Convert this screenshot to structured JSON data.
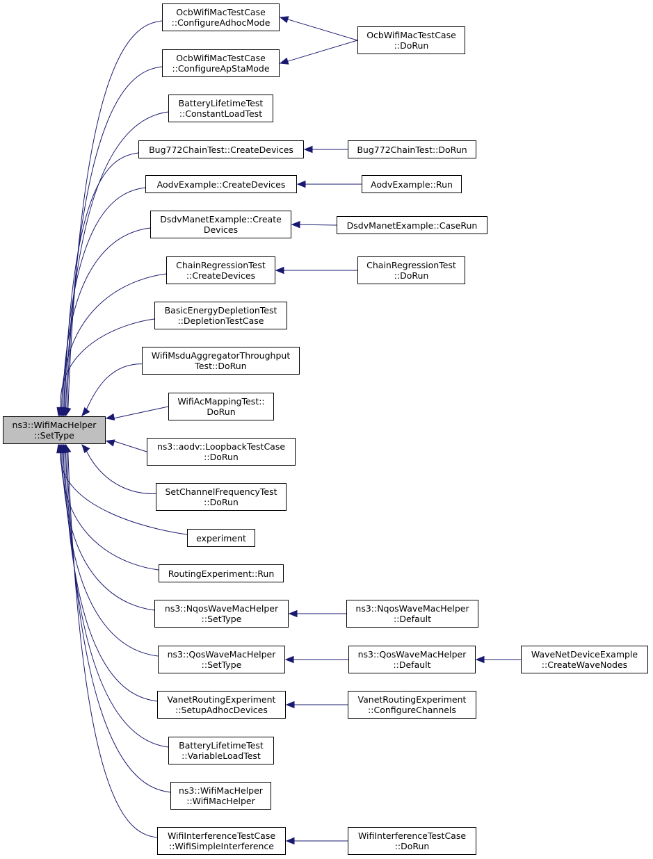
{
  "diagram": {
    "type": "caller-graph",
    "colors": {
      "edge": "#191970",
      "root_fill": "#bfbfbf",
      "node_fill": "#ffffff",
      "border": "#000000"
    },
    "nodes": {
      "root": {
        "lines": [
          "ns3::WifiMacHelper",
          "::SetType"
        ]
      },
      "c1": {
        "lines": [
          "OcbWifiMacTestCase",
          "::ConfigureAdhocMode"
        ]
      },
      "c2": {
        "lines": [
          "OcbWifiMacTestCase",
          "::ConfigureApStaMode"
        ]
      },
      "c3": {
        "lines": [
          "BatteryLifetimeTest",
          "::ConstantLoadTest"
        ]
      },
      "c4": {
        "lines": [
          "Bug772ChainTest::CreateDevices"
        ]
      },
      "c5": {
        "lines": [
          "AodvExample::CreateDevices"
        ]
      },
      "c6": {
        "lines": [
          "DsdvManetExample::Create",
          "Devices"
        ]
      },
      "c7": {
        "lines": [
          "ChainRegressionTest",
          "::CreateDevices"
        ]
      },
      "c8": {
        "lines": [
          "BasicEnergyDepletionTest",
          "::DepletionTestCase"
        ]
      },
      "c9": {
        "lines": [
          "WifiMsduAggregatorThroughput",
          "Test::DoRun"
        ]
      },
      "c10": {
        "lines": [
          "WifiAcMappingTest::",
          "DoRun"
        ]
      },
      "c11": {
        "lines": [
          "ns3::aodv::LoopbackTestCase",
          "::DoRun"
        ]
      },
      "c12": {
        "lines": [
          "SetChannelFrequencyTest",
          "::DoRun"
        ]
      },
      "c13": {
        "lines": [
          "experiment"
        ]
      },
      "c14": {
        "lines": [
          "RoutingExperiment::Run"
        ]
      },
      "c15": {
        "lines": [
          "ns3::NqosWaveMacHelper",
          "::SetType"
        ]
      },
      "c16": {
        "lines": [
          "ns3::QosWaveMacHelper",
          "::SetType"
        ]
      },
      "c17": {
        "lines": [
          "VanetRoutingExperiment",
          "::SetupAdhocDevices"
        ]
      },
      "c18": {
        "lines": [
          "BatteryLifetimeTest",
          "::VariableLoadTest"
        ]
      },
      "c19": {
        "lines": [
          "ns3::WifiMacHelper",
          "::WifiMacHelper"
        ]
      },
      "c20": {
        "lines": [
          "WifiInterferenceTestCase",
          "::WifiSimpleInterference"
        ]
      },
      "d1": {
        "lines": [
          "OcbWifiMacTestCase",
          "::DoRun"
        ]
      },
      "d4": {
        "lines": [
          "Bug772ChainTest::DoRun"
        ]
      },
      "d5": {
        "lines": [
          "AodvExample::Run"
        ]
      },
      "d6": {
        "lines": [
          "DsdvManetExample::CaseRun"
        ]
      },
      "d7": {
        "lines": [
          "ChainRegressionTest",
          "::DoRun"
        ]
      },
      "d15": {
        "lines": [
          "ns3::NqosWaveMacHelper",
          "::Default"
        ]
      },
      "d16": {
        "lines": [
          "ns3::QosWaveMacHelper",
          "::Default"
        ]
      },
      "d17": {
        "lines": [
          "VanetRoutingExperiment",
          "::ConfigureChannels"
        ]
      },
      "d20": {
        "lines": [
          "WifiInterferenceTestCase",
          "::DoRun"
        ]
      },
      "e16": {
        "lines": [
          "WaveNetDeviceExample",
          "::CreateWaveNodes"
        ]
      }
    },
    "edges": [
      [
        "c1",
        "root"
      ],
      [
        "c2",
        "root"
      ],
      [
        "c3",
        "root"
      ],
      [
        "c4",
        "root"
      ],
      [
        "c5",
        "root"
      ],
      [
        "c6",
        "root"
      ],
      [
        "c7",
        "root"
      ],
      [
        "c8",
        "root"
      ],
      [
        "c9",
        "root"
      ],
      [
        "c10",
        "root"
      ],
      [
        "c11",
        "root"
      ],
      [
        "c12",
        "root"
      ],
      [
        "c13",
        "root"
      ],
      [
        "c14",
        "root"
      ],
      [
        "c15",
        "root"
      ],
      [
        "c16",
        "root"
      ],
      [
        "c17",
        "root"
      ],
      [
        "c18",
        "root"
      ],
      [
        "c19",
        "root"
      ],
      [
        "c20",
        "root"
      ],
      [
        "d1",
        "c1"
      ],
      [
        "d1",
        "c2"
      ],
      [
        "d4",
        "c4"
      ],
      [
        "d5",
        "c5"
      ],
      [
        "d6",
        "c6"
      ],
      [
        "d7",
        "c7"
      ],
      [
        "d15",
        "c15"
      ],
      [
        "d16",
        "c16"
      ],
      [
        "e16",
        "d16"
      ],
      [
        "d17",
        "c17"
      ],
      [
        "d20",
        "c20"
      ]
    ]
  }
}
